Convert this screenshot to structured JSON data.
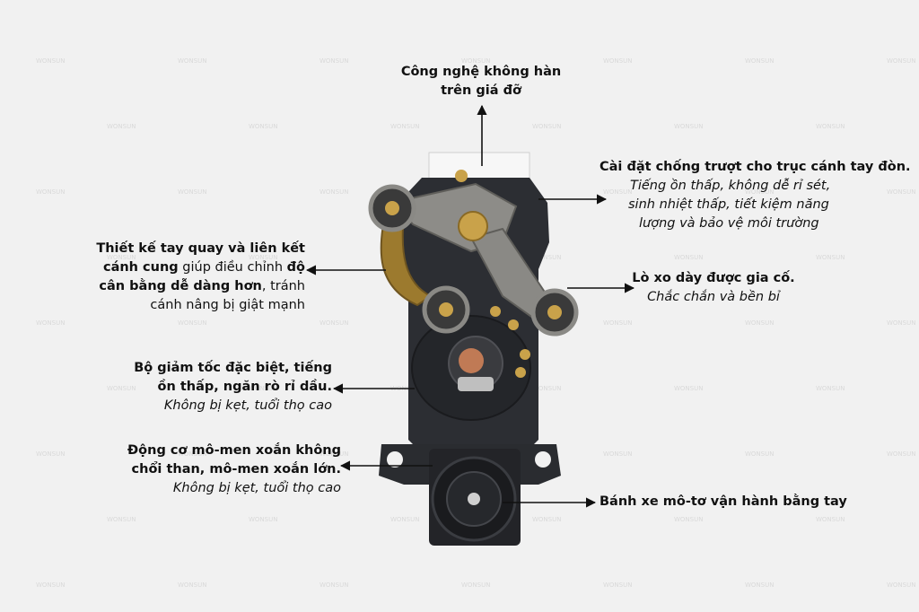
{
  "watermark": "WONSUN",
  "colors": {
    "background": "#f1f1f1",
    "text": "#111111",
    "arrow": "#111111",
    "housing": "#2b2d31",
    "arm": "#8e8d89",
    "link": "#a07a2a",
    "brass": "#c9a24a"
  },
  "callouts": {
    "top": {
      "line1": "Công nghệ không hàn",
      "line2": "trên giá đỡ"
    },
    "anti_slip": {
      "title": "Cài đặt chống trượt cho trục cánh tay đòn.",
      "sub1": "Tiếng ồn thấp, không dễ rỉ sét,",
      "sub2": "sinh nhiệt thấp, tiết kiệm năng",
      "sub3": "lượng và bảo vệ môi trường"
    },
    "crank": {
      "line1": "Thiết kế tay quay và liên kết",
      "line2_bold": "cánh cung",
      "line2_rest": " giúp điều chỉnh ",
      "line2_end": "độ",
      "line3_bold": "cân bằng dễ dàng hơn",
      "line3_rest": ", tránh",
      "line4": "cánh nâng bị giật mạnh"
    },
    "spring": {
      "title": "Lò xo dày được gia cố.",
      "sub": "Chắc chắn và bền bỉ"
    },
    "reducer": {
      "line1": "Bộ giảm tốc đặc biệt, tiếng",
      "line2": "ồn thấp, ngăn rò rỉ dầu.",
      "sub": "Không bị kẹt, tuổi thọ cao"
    },
    "motor": {
      "line1": "Động cơ mô-men xoắn không",
      "line2": "chổi than, mô-men xoắn lớn.",
      "sub": "Không bị kẹt, tuổi thọ cao"
    },
    "handwheel": {
      "title": "Bánh xe mô-tơ vận hành bằng tay"
    }
  }
}
